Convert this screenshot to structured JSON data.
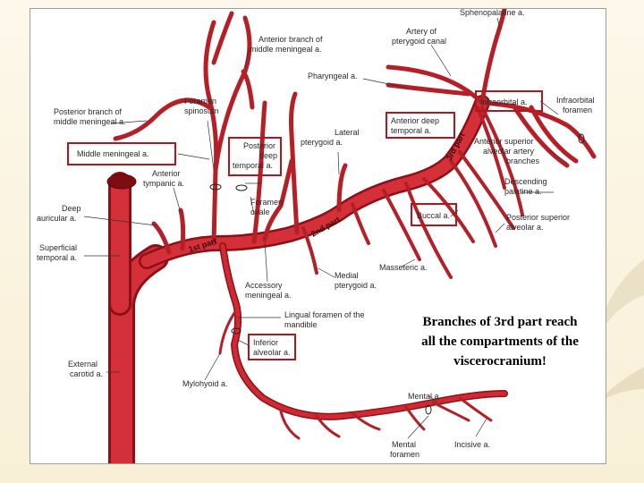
{
  "labels": {
    "sphenopalatine": "Sphenopalatine a.",
    "artery_pterygoid_canal_1": "Artery of",
    "artery_pterygoid_canal_2": "pterygoid canal",
    "anterior_branch_mm_1": "Anterior branch of",
    "anterior_branch_mm_2": "middle meningeal a.",
    "pharyngeal": "Pharyngeal a.",
    "infraorbital": "Infraorbital a.",
    "infraorbital_foramen_1": "Infraorbital",
    "infraorbital_foramen_2": "foramen",
    "foramen_spinosum_1": "Foramen",
    "foramen_spinosum_2": "spinosum",
    "posterior_branch_mm_1": "Posterior branch of",
    "posterior_branch_mm_2": "middle meningeal a.",
    "anterior_deep_temporal_1": "Anterior deep",
    "anterior_deep_temporal_2": "temporal a.",
    "lateral_pterygoid_1": "Lateral",
    "lateral_pterygoid_2": "pterygoid a.",
    "middle_meningeal": "Middle meningeal a.",
    "posterior_deep_temporal_1": "Posterior",
    "posterior_deep_temporal_2": "deep",
    "posterior_deep_temporal_3": "temporal a.",
    "anterior_superior_alveolar_1": "Anterior superior",
    "anterior_superior_alveolar_2": "alveolar artery",
    "anterior_superior_alveolar_3": "branches",
    "anterior_tympanic_1": "Anterior",
    "anterior_tympanic_2": "tympanic a.",
    "descending_palatine_1": "Descending",
    "descending_palatine_2": "palatine a.",
    "deep_auricular_1": "Deep",
    "deep_auricular_2": "auricular a.",
    "foramen_ovale_1": "Foramen",
    "foramen_ovale_2": "ovale",
    "buccal": "Buccal a.",
    "posterior_superior_alveolar_1": "Posterior superior",
    "posterior_superior_alveolar_2": "alveolar a.",
    "superficial_temporal_1": "Superficial",
    "superficial_temporal_2": "temporal a.",
    "masseteric": "Masseteric a.",
    "medial_pterygoid_1": "Medial",
    "medial_pterygoid_2": "pterygoid a.",
    "accessory_meningeal_1": "Accessory",
    "accessory_meningeal_2": "meningeal a.",
    "lingual_foramen_1": "Lingual foramen of the",
    "lingual_foramen_2": "mandible",
    "inferior_alveolar_1": "Inferior",
    "inferior_alveolar_2": "alveolar a.",
    "external_carotid_1": "External",
    "external_carotid_2": "carotid a.",
    "mylohyoid": "Mylohyoid a.",
    "mental": "Mental a.",
    "mental_foramen_1": "Mental",
    "mental_foramen_2": "foramen",
    "incisive": "Incisive a."
  },
  "parts": {
    "first": "1st part",
    "second": "2nd part",
    "third": "3rd part"
  },
  "caption": "Branches of 3rd part reach all the compartments of the viscerocranium!",
  "colors": {
    "artery": "#c8202a",
    "artery_dark": "#8e1016",
    "highlight_box": "#b3161c",
    "background": "#fbf5e4"
  }
}
